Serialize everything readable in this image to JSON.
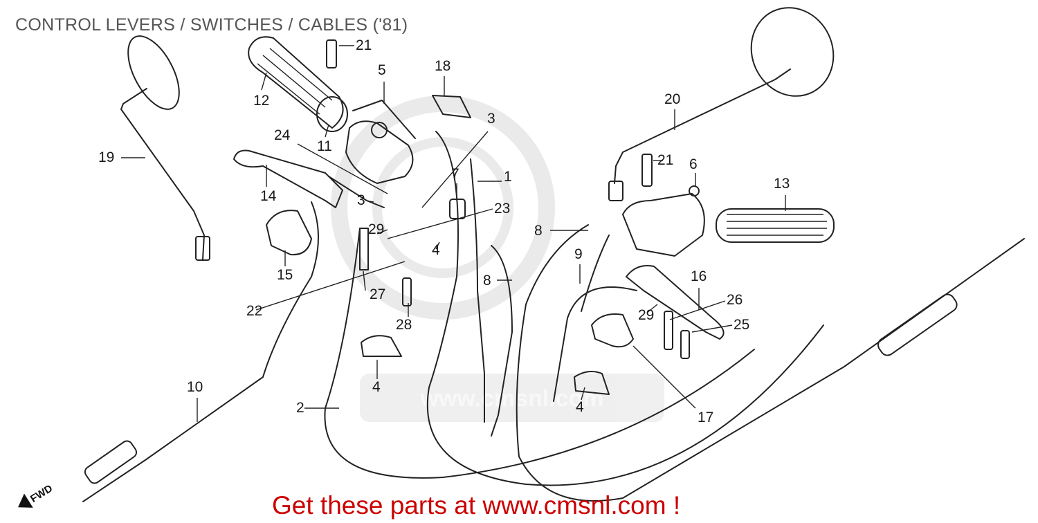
{
  "title": "CONTROL LEVERS / SWITCHES /  CABLES ('81)",
  "promo": "Get these parts at www.cmsnl.com !",
  "fwd_label": "FWD",
  "watermark_text": "www.cmsnl.com",
  "parts": [
    {
      "id": "p1",
      "label": "1"
    },
    {
      "id": "p2",
      "label": "2"
    },
    {
      "id": "p3a",
      "label": "3"
    },
    {
      "id": "p3b",
      "label": "3"
    },
    {
      "id": "p4a",
      "label": "4"
    },
    {
      "id": "p4b",
      "label": "4"
    },
    {
      "id": "p4c",
      "label": "4"
    },
    {
      "id": "p5",
      "label": "5"
    },
    {
      "id": "p6",
      "label": "6"
    },
    {
      "id": "p7",
      "label": "7"
    },
    {
      "id": "p8a",
      "label": "8"
    },
    {
      "id": "p8b",
      "label": "8"
    },
    {
      "id": "p9",
      "label": "9"
    },
    {
      "id": "p10",
      "label": "10"
    },
    {
      "id": "p11",
      "label": "11"
    },
    {
      "id": "p12",
      "label": "12"
    },
    {
      "id": "p13",
      "label": "13"
    },
    {
      "id": "p14",
      "label": "14"
    },
    {
      "id": "p15",
      "label": "15"
    },
    {
      "id": "p16",
      "label": "16"
    },
    {
      "id": "p17",
      "label": "17"
    },
    {
      "id": "p18",
      "label": "18"
    },
    {
      "id": "p19",
      "label": "19"
    },
    {
      "id": "p20",
      "label": "20"
    },
    {
      "id": "p21a",
      "label": "21"
    },
    {
      "id": "p21b",
      "label": "21"
    },
    {
      "id": "p22",
      "label": "22"
    },
    {
      "id": "p23",
      "label": "23"
    },
    {
      "id": "p24",
      "label": "24"
    },
    {
      "id": "p25",
      "label": "25"
    },
    {
      "id": "p26",
      "label": "26"
    },
    {
      "id": "p27",
      "label": "27"
    },
    {
      "id": "p28",
      "label": "28"
    },
    {
      "id": "p29a",
      "label": "29"
    },
    {
      "id": "p29b",
      "label": "29"
    }
  ],
  "colors": {
    "promo": "#cc0000",
    "title": "#555555",
    "line": "#222222",
    "watermark": "#d9d9d9"
  }
}
